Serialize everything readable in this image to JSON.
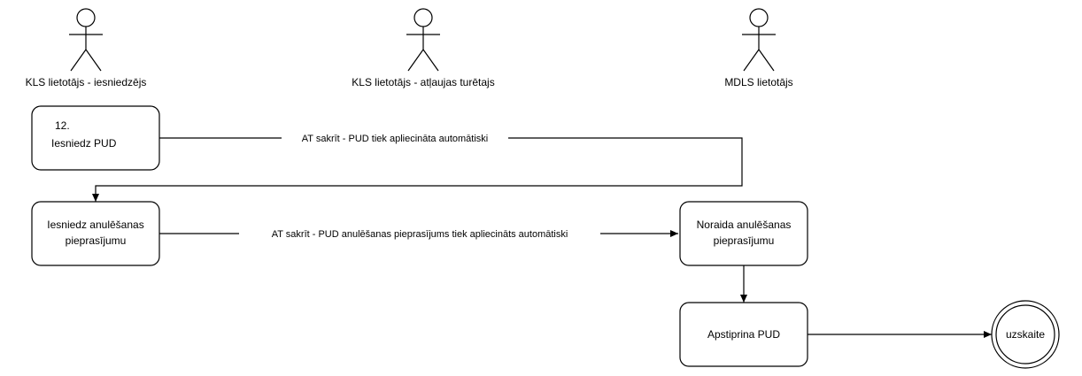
{
  "actors": [
    {
      "id": "a1",
      "label": "KLS lietotājs - iesniedzējs"
    },
    {
      "id": "a2",
      "label": "KLS lietotājs - atļaujas turētajs"
    },
    {
      "id": "a3",
      "label": "MDLS lietotājs"
    }
  ],
  "nodes": {
    "n1_line1": "12.",
    "n1_line2": "Iesniedz PUD",
    "n2_line1": "Iesniedz anulēšanas",
    "n2_line2": "pieprasījumu",
    "n3_line1": "Noraida anulēšanas",
    "n3_line2": "pieprasījumu",
    "n4": "Apstiprina PUD",
    "end": "uzskaite"
  },
  "edges": {
    "e1": "AT sakrīt - PUD tiek apliecināta automātiski",
    "e2": "AT sakrīt - PUD anulēšanas pieprasījums tiek apliecināts automātiski"
  }
}
